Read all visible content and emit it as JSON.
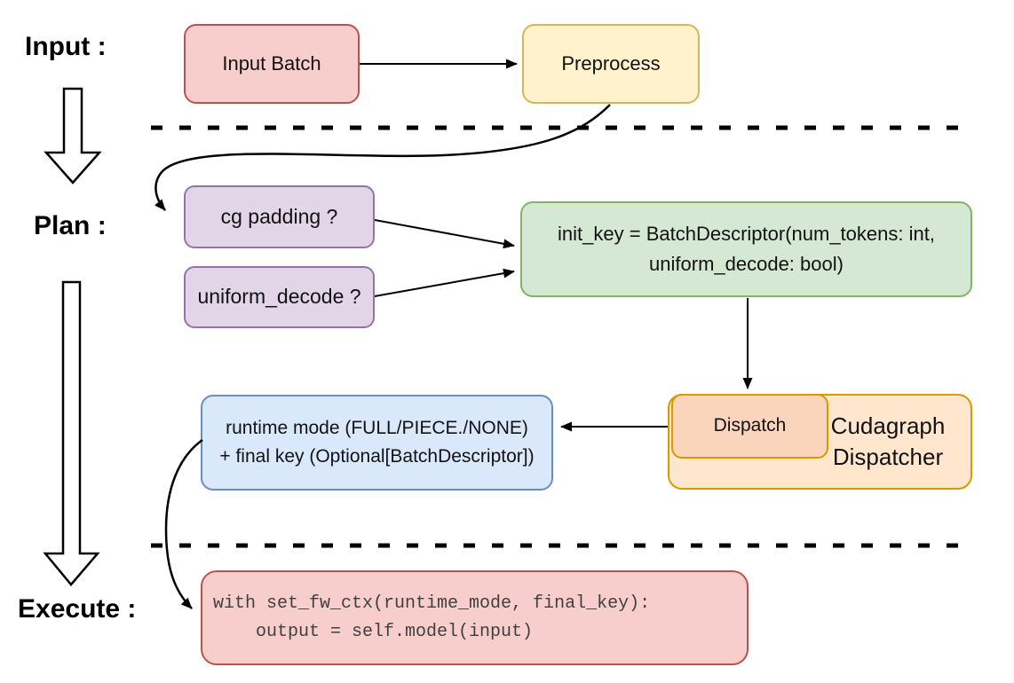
{
  "section_labels": {
    "input": "Input :",
    "plan": "Plan :",
    "execute": "Execute :"
  },
  "nodes": {
    "input_batch": {
      "label": "Input Batch"
    },
    "preprocess": {
      "label": "Preprocess"
    },
    "cg_padding": {
      "label": "cg padding ?"
    },
    "uniform_decode": {
      "label": "uniform_decode ?"
    },
    "init_key": {
      "lines": [
        "init_key = BatchDescriptor(num_tokens: int,",
        "uniform_decode: bool)"
      ]
    },
    "dispatch": {
      "label": "Dispatch"
    },
    "cudagraph_dispatcher": {
      "lines": [
        "Cudagraph",
        "Dispatcher"
      ]
    },
    "runtime_mode": {
      "lines": [
        "runtime mode (FULL/PIECE./NONE)",
        "+ final key (Optional[BatchDescriptor])"
      ]
    },
    "execute_code": {
      "lines": [
        "with set_fw_ctx(runtime_mode, final_key):",
        "    output = self.model(input)"
      ]
    }
  },
  "colors": {
    "red_fill": "#f8cecc",
    "red_stroke": "#b85450",
    "yellow_fill": "#fff2cc",
    "yellow_stroke": "#d6b656",
    "purple_fill": "#e1d5e7",
    "purple_stroke": "#9673a6",
    "green_fill": "#d5e8d4",
    "green_stroke": "#82b366",
    "orange_fill": "#ffe6cc",
    "orange_stroke": "#d79b00",
    "dispatch_fill": "#fbd5bb",
    "blue_fill": "#dae8fc",
    "blue_stroke": "#6c8ebf",
    "code_text": "#404040",
    "connector": "#000000"
  }
}
